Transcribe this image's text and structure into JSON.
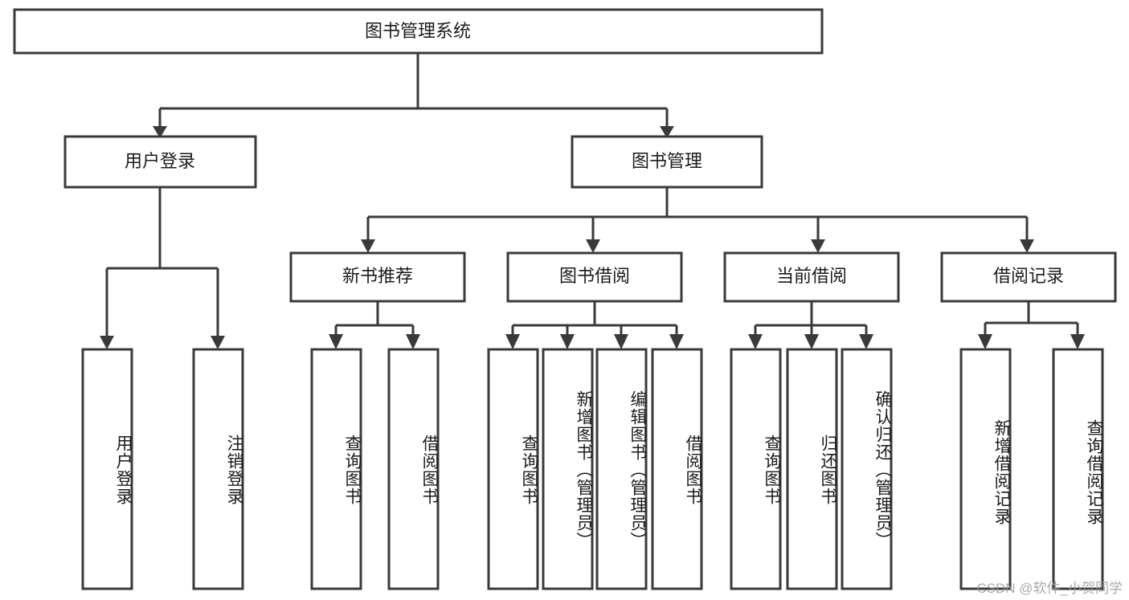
{
  "diagram": {
    "title": "图书管理系统",
    "watermark": "CSDN @软件_小贺同学",
    "root": {
      "label": "图书管理系统"
    },
    "level1": [
      {
        "label": "用户登录"
      },
      {
        "label": "图书管理"
      }
    ],
    "level2": [
      {
        "label": "新书推荐"
      },
      {
        "label": "图书借阅"
      },
      {
        "label": "当前借阅"
      },
      {
        "label": "借阅记录"
      }
    ],
    "leaves": {
      "user_login": [
        {
          "label": "用户登录"
        },
        {
          "label": "注销登录"
        }
      ],
      "new_book_recommend": [
        {
          "label": "查询图书"
        },
        {
          "label": "借阅图书"
        }
      ],
      "book_borrow": [
        {
          "label": "查询图书"
        },
        {
          "label": "新增图书（管理员）"
        },
        {
          "label": "编辑图书（管理员）"
        },
        {
          "label": "借阅图书"
        }
      ],
      "current_borrow": [
        {
          "label": "查询图书"
        },
        {
          "label": "归还图书"
        },
        {
          "label": "确认归还（管理员）"
        }
      ],
      "borrow_record": [
        {
          "label": "新增借阅记录"
        },
        {
          "label": "查询借阅记录"
        }
      ]
    },
    "colors": {
      "stroke": "#3a3a3a",
      "fill": "#ffffff",
      "text": "#1b1b1b",
      "watermark": "#9b9b9b"
    }
  }
}
